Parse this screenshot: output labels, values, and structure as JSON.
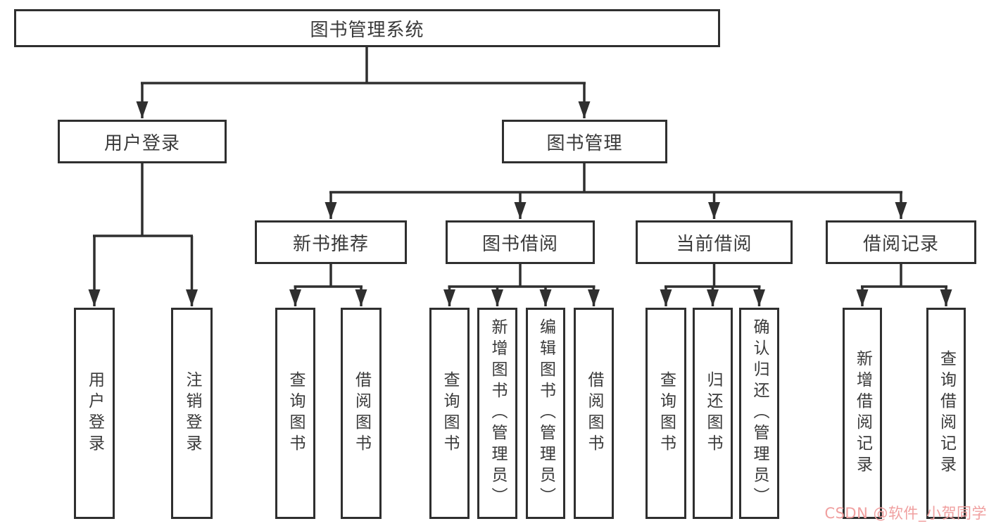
{
  "diagram": {
    "root": "图书管理系统",
    "branches": [
      {
        "label": "用户登录",
        "children": [
          "用户登录",
          "注销登录"
        ]
      },
      {
        "label": "图书管理",
        "children": [
          {
            "label": "新书推荐",
            "children": [
              "查询图书",
              "借阅图书"
            ]
          },
          {
            "label": "图书借阅",
            "children": [
              "查询图书",
              "新增图书（管理员）",
              "编辑图书（管理员）",
              "借阅图书"
            ]
          },
          {
            "label": "当前借阅",
            "children": [
              "查询图书",
              "归还图书",
              "确认归还（管理员）"
            ]
          },
          {
            "label": "借阅记录",
            "children": [
              "新增借阅记录",
              "查询借阅记录"
            ]
          }
        ]
      }
    ]
  },
  "colors": {
    "line": "#2f2f2f",
    "box_border": "#2f2f2f",
    "box_fill": "#ffffff",
    "text": "#3a3a3a",
    "watermark": "#f0a0a0"
  },
  "watermark": {
    "text": "CSDN @软件_小贺同学"
  }
}
